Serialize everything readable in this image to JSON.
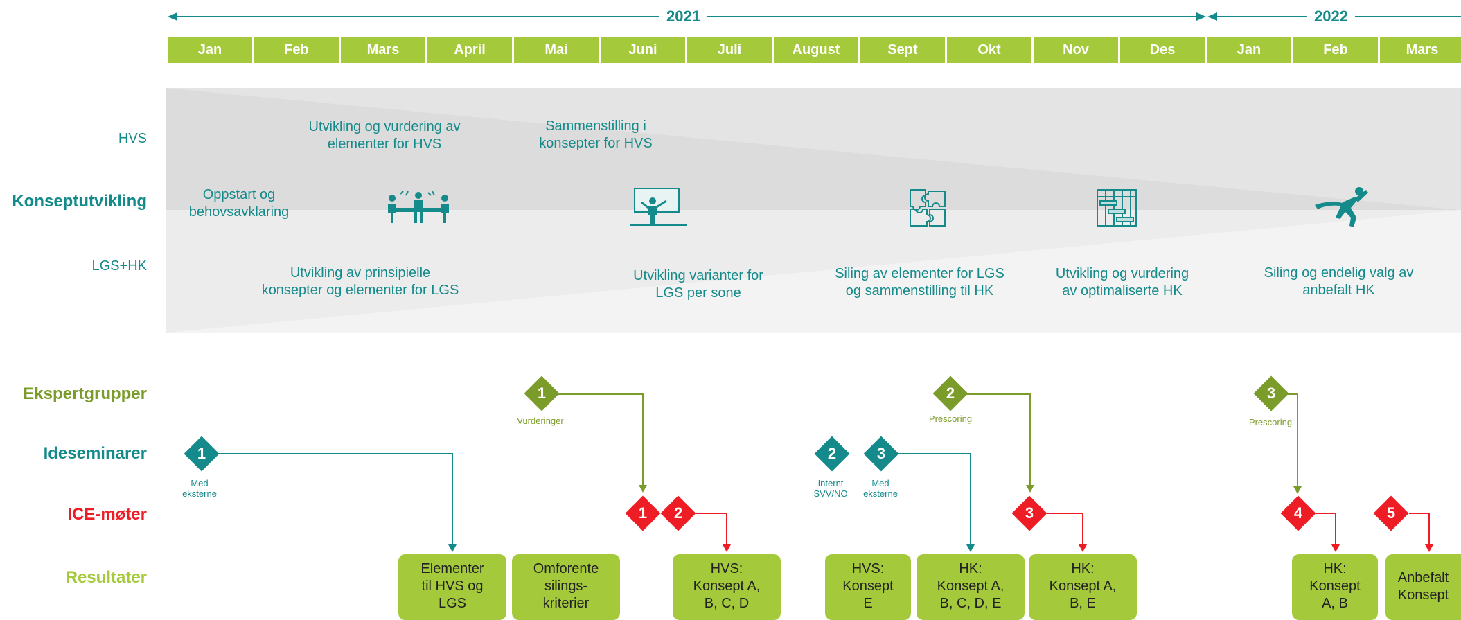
{
  "timeline": {
    "years": [
      "2021",
      "2022"
    ],
    "months": [
      "Jan",
      "Feb",
      "Mars",
      "April",
      "Mai",
      "Juni",
      "Juli",
      "August",
      "Sept",
      "Okt",
      "Nov",
      "Des",
      "Jan",
      "Feb",
      "Mars"
    ]
  },
  "row_labels": {
    "hvs": "HVS",
    "konseptutvikling": "Konseptutvikling",
    "lgs_hk": "LGS+HK",
    "ekspertgrupper": "Ekspertgrupper",
    "ideseminarer": "Ideseminarer",
    "ice_moter": "ICE-møter",
    "resultater": "Resultater"
  },
  "phases": {
    "hvs_1": [
      "Utvikling og vurdering av",
      "elementer for HVS"
    ],
    "hvs_2": [
      "Sammenstilling i",
      "konsepter for HVS"
    ],
    "oppstart": [
      "Oppstart og",
      "behovsavklaring"
    ],
    "lgs_1": [
      "Utvikling av prinsipielle",
      "konsepter og elementer for LGS"
    ],
    "lgs_2": [
      "Utvikling varianter for",
      "LGS per sone"
    ],
    "lgs_3": [
      "Siling av elementer for LGS",
      "og sammenstilling til HK"
    ],
    "lgs_4": [
      "Utvikling og vurdering",
      "av optimaliserte HK"
    ],
    "lgs_5": [
      "Siling og endelig valg av",
      "anbefalt HK"
    ]
  },
  "icons": [
    "meeting-icon",
    "presentation-icon",
    "puzzle-icon",
    "gantt-icon",
    "runner-icon"
  ],
  "ekspertgrupper": [
    {
      "num": "1",
      "note": "Vurderinger"
    },
    {
      "num": "2",
      "note": "Prescoring"
    },
    {
      "num": "3",
      "note": "Prescoring"
    }
  ],
  "ideseminarer": [
    {
      "num": "1",
      "note": [
        "Med",
        "eksterne"
      ]
    },
    {
      "num": "2",
      "note": [
        "Internt",
        "SVV/NO"
      ]
    },
    {
      "num": "3",
      "note": [
        "Med",
        "eksterne"
      ]
    }
  ],
  "ice_moter": [
    "1",
    "2",
    "3",
    "4",
    "5"
  ],
  "resultater": [
    [
      "Elementer",
      "til HVS og",
      "LGS"
    ],
    [
      "Omforente",
      "silings-",
      "kriterier"
    ],
    [
      "HVS:",
      "Konsept A,",
      "B, C, D"
    ],
    [
      "HVS:",
      "Konsept",
      "E"
    ],
    [
      "HK:",
      "Konsept A,",
      "B, C, D, E"
    ],
    [
      "HK:",
      "Konsept A,",
      "B, E"
    ],
    [
      "HK:",
      "Konsept",
      "A, B"
    ],
    [
      "Anbefalt",
      "Konsept"
    ]
  ],
  "colors": {
    "teal": "#158a8a",
    "olive": "#7b9c2a",
    "red": "#ee1c24",
    "lime": "#a4c93a",
    "grey_band": "#ececec",
    "grey_light": "#f4f4f4",
    "grey_dark": "#dddddd"
  }
}
